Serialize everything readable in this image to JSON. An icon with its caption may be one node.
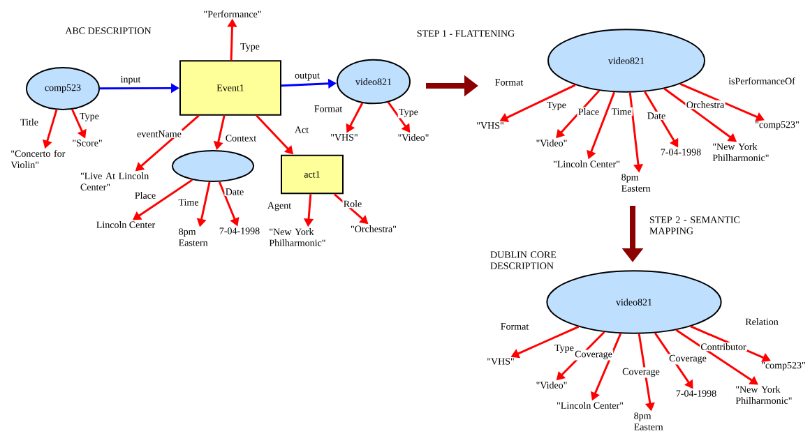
{
  "diagram": {
    "nodes": [
      {
        "text": [
          "comp523"
        ]
      },
      {
        "text": [
          "Event1"
        ]
      },
      {
        "text": [
          "video821"
        ]
      },
      {
        "text": [
          "\"Performance\""
        ]
      },
      {
        "text": [
          "\"Concerto for Violin\""
        ]
      },
      {
        "text": [
          "\"Score\""
        ]
      },
      {
        "text": [
          "\"Live At Lincoln Center\""
        ]
      },
      {
        "text": [],
        "shape": "ellipse"
      },
      {
        "text": [
          "act1"
        ]
      },
      {
        "text": [
          "\"VHS\""
        ]
      },
      {
        "text": [
          "\"Video\""
        ]
      },
      {
        "text": [
          "Lincoln Center"
        ]
      },
      {
        "text": [
          "8pm Eastern"
        ]
      },
      {
        "text": [
          "7-04-1998"
        ]
      },
      {
        "text": [
          "\"New York Philharmonic\""
        ]
      },
      {
        "text": [
          "\"Orchestra\""
        ]
      },
      {
        "text": [
          "video821"
        ]
      },
      {
        "text": [
          "\"VHS\""
        ]
      },
      {
        "text": [
          "\"Video\""
        ]
      },
      {
        "text": [
          "\"Lincoln Center\""
        ]
      },
      {
        "text": [
          "8pm Eastern"
        ]
      },
      {
        "text": [
          "7-04-1998"
        ]
      },
      {
        "text": [
          "\"New York Philharmonic\""
        ]
      },
      {
        "text": [
          "\"comp523\""
        ]
      },
      {
        "text": [
          "video821"
        ]
      },
      {
        "text": [
          "\"VHS\""
        ]
      },
      {
        "text": [
          "\"Video\""
        ]
      },
      {
        "text": [
          "\"Lincoln Center\""
        ]
      },
      {
        "text": [
          "8pm Eastern"
        ]
      },
      {
        "text": [
          "7-04-1998"
        ]
      },
      {
        "text": [
          "\"New York Philharmonic\""
        ]
      },
      {
        "text": [
          "\"comp523\""
        ]
      }
    ],
    "edges": [
      {
        "from": 0,
        "to": 1,
        "arrow": "to",
        "label": "input",
        "color": "#0000ff"
      },
      {
        "from": 1,
        "to": 2,
        "arrow": "to",
        "label": "output",
        "color": "#0000ff"
      },
      {
        "from": 1,
        "to": 3,
        "arrow": "to",
        "label": "Type"
      },
      {
        "from": 0,
        "to": 4,
        "arrow": "to",
        "label": "Title"
      },
      {
        "from": 0,
        "to": 5,
        "arrow": "to",
        "label": "Type"
      },
      {
        "from": 1,
        "to": 6,
        "arrow": "to",
        "label": "eventName"
      },
      {
        "from": 1,
        "to": 7,
        "arrow": "to",
        "label": "Context"
      },
      {
        "from": 1,
        "to": 8,
        "arrow": "to",
        "label": "Act"
      },
      {
        "from": 2,
        "to": 9,
        "arrow": "to",
        "label": "Format"
      },
      {
        "from": 2,
        "to": 10,
        "arrow": "to",
        "label": "Type"
      },
      {
        "from": 7,
        "to": 11,
        "arrow": "to",
        "label": "Place"
      },
      {
        "from": 7,
        "to": 12,
        "arrow": "to",
        "label": "Time"
      },
      {
        "from": 7,
        "to": 13,
        "arrow": "to",
        "label": "Date"
      },
      {
        "from": 8,
        "to": 14,
        "arrow": "to",
        "label": "Agent"
      },
      {
        "from": 8,
        "to": 15,
        "arrow": "to",
        "label": "Role"
      },
      {
        "from": 16,
        "to": 17,
        "arrow": "to",
        "label": "Format"
      },
      {
        "from": 16,
        "to": 18,
        "arrow": "to",
        "label": "Type"
      },
      {
        "from": 16,
        "to": 19,
        "arrow": "to",
        "label": "Place"
      },
      {
        "from": 16,
        "to": 20,
        "arrow": "to",
        "label": "Time"
      },
      {
        "from": 16,
        "to": 21,
        "arrow": "to",
        "label": "Date"
      },
      {
        "from": 16,
        "to": 22,
        "arrow": "to",
        "label": "Orchestra"
      },
      {
        "from": 16,
        "to": 23,
        "arrow": "to",
        "label": "isPerformanceOf"
      },
      {
        "from": 24,
        "to": 25,
        "arrow": "to",
        "label": "Format"
      },
      {
        "from": 24,
        "to": 26,
        "arrow": "to",
        "label": "Type"
      },
      {
        "from": 24,
        "to": 27,
        "arrow": "to",
        "label": "Coverage"
      },
      {
        "from": 24,
        "to": 28,
        "arrow": "to",
        "label": "Coverage"
      },
      {
        "from": 24,
        "to": 29,
        "arrow": "to",
        "label": "Coverage"
      },
      {
        "from": 24,
        "to": 30,
        "arrow": "to",
        "label": "Contributor"
      },
      {
        "from": 24,
        "to": 31,
        "arrow": "to",
        "label": "Relation"
      }
    ],
    "labels": [
      "ABC DESCRIPTION",
      "STEP 1 - FLATTENING",
      "STEP 2 - SEMANTIC MAPPING",
      "DUBLIN CORE DESCRIPTION"
    ]
  }
}
